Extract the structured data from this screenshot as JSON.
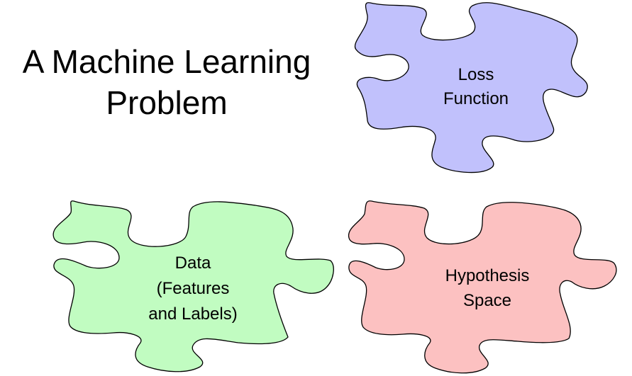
{
  "title": {
    "line1": "A Machine Learning",
    "line2": "Problem"
  },
  "pieces": {
    "loss": {
      "line1": "Loss",
      "line2": "Function",
      "color": "#c1c1fc"
    },
    "data": {
      "line1": "Data",
      "line2": "(Features",
      "line3": "and Labels)",
      "color": "#c1fcc1"
    },
    "hypothesis": {
      "line1": "Hypothesis",
      "line2": "Space",
      "color": "#fcc1c1"
    }
  }
}
